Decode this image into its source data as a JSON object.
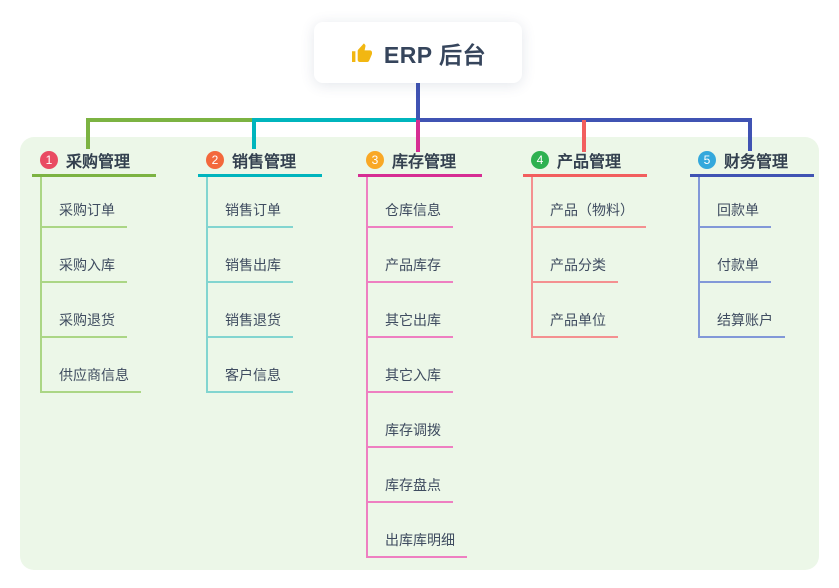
{
  "root": {
    "title": "ERP 后台",
    "icon": "thumbs-up-icon"
  },
  "colors": {
    "panel_bg": "#ecf7e8",
    "trunk": "#4053b3",
    "thumb_icon": "#f2b712"
  },
  "branches": [
    {
      "index": "1",
      "label": "采购管理",
      "badge_color": "#e94b62",
      "line_color": "#7cb342",
      "child_line_color": "#abd685",
      "children": [
        "采购订单",
        "采购入库",
        "采购退货",
        "供应商信息"
      ]
    },
    {
      "index": "2",
      "label": "销售管理",
      "badge_color": "#f3683c",
      "line_color": "#00b5bd",
      "child_line_color": "#82d5d0",
      "children": [
        "销售订单",
        "销售出库",
        "销售退货",
        "客户信息"
      ]
    },
    {
      "index": "3",
      "label": "库存管理",
      "badge_color": "#f9a825",
      "line_color": "#d62e93",
      "child_line_color": "#ee7fc1",
      "children": [
        "仓库信息",
        "产品库存",
        "其它出库",
        "其它入库",
        "库存调拨",
        "库存盘点",
        "出库库明细"
      ]
    },
    {
      "index": "4",
      "label": "产品管理",
      "badge_color": "#2eb150",
      "line_color": "#f25e5e",
      "child_line_color": "#f49090",
      "children": [
        "产品（物料）",
        "产品分类",
        "产品单位"
      ]
    },
    {
      "index": "5",
      "label": "财务管理",
      "badge_color": "#34a8dc",
      "line_color": "#4053b3",
      "child_line_color": "#8298d8",
      "children": [
        "回款单",
        "付款单",
        "结算账户"
      ]
    }
  ]
}
